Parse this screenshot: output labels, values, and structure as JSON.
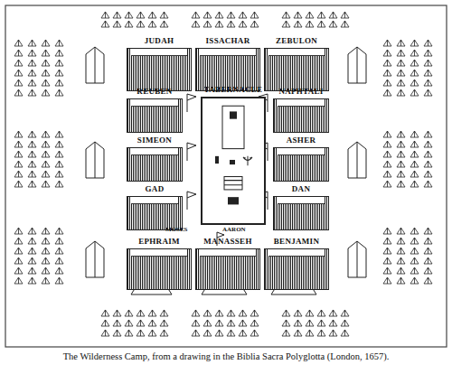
{
  "diagram": {
    "caption": "The Wilderness Camp, from a drawing in the Biblia Sacra Polyglotta (London, 1657).",
    "nodes": [
      {
        "text": [
          "JUDAH"
        ]
      },
      {
        "text": [
          "ISSACHAR"
        ]
      },
      {
        "text": [
          "ZEBULON"
        ]
      },
      {
        "text": [
          "REUBEN"
        ]
      },
      {
        "text": [
          "TABERNACLE"
        ]
      },
      {
        "text": [
          "NAPHTALI"
        ]
      },
      {
        "text": [
          "SIMEON"
        ]
      },
      {
        "text": [
          "ASHER"
        ]
      },
      {
        "text": [
          "GAD"
        ]
      },
      {
        "text": [
          "DAN"
        ]
      },
      {
        "text": [
          "EPHRAIM"
        ]
      },
      {
        "text": [
          "MANASSEH"
        ]
      },
      {
        "text": [
          "BENJAMIN"
        ]
      }
    ],
    "labels": [
      "MOSES",
      "AARON"
    ]
  }
}
